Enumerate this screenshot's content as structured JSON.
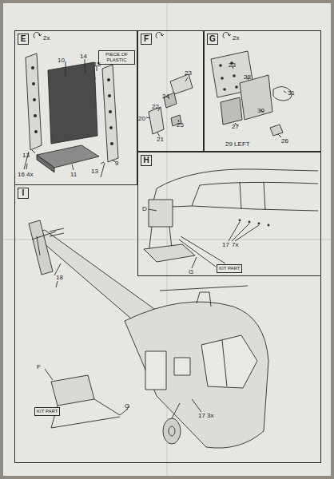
{
  "diagram": {
    "nodes": [
      {
        "text": [
          "E"
        ]
      },
      {
        "text": [
          "PIECE OF PLASTIC"
        ],
        "in": 0
      },
      {
        "text": [
          "F"
        ]
      },
      {
        "text": [
          "G"
        ]
      },
      {
        "text": [
          "H"
        ]
      },
      {
        "text": [
          "KIT PART"
        ],
        "in": 4
      },
      {
        "text": [
          "I"
        ]
      },
      {
        "text": [
          "KIT PART"
        ],
        "in": 6
      }
    ],
    "labels": [
      "2x",
      "10",
      "14",
      "15",
      "13",
      "13",
      "16",
      "4x",
      "11",
      "9",
      "23",
      "24",
      "22",
      "20",
      "25",
      "21",
      "2x",
      "23",
      "28",
      "31",
      "30",
      "27",
      "26",
      "29 LEFT",
      "D",
      "17",
      "7x",
      "G",
      "18",
      "F",
      "G",
      "17",
      "3x"
    ]
  }
}
